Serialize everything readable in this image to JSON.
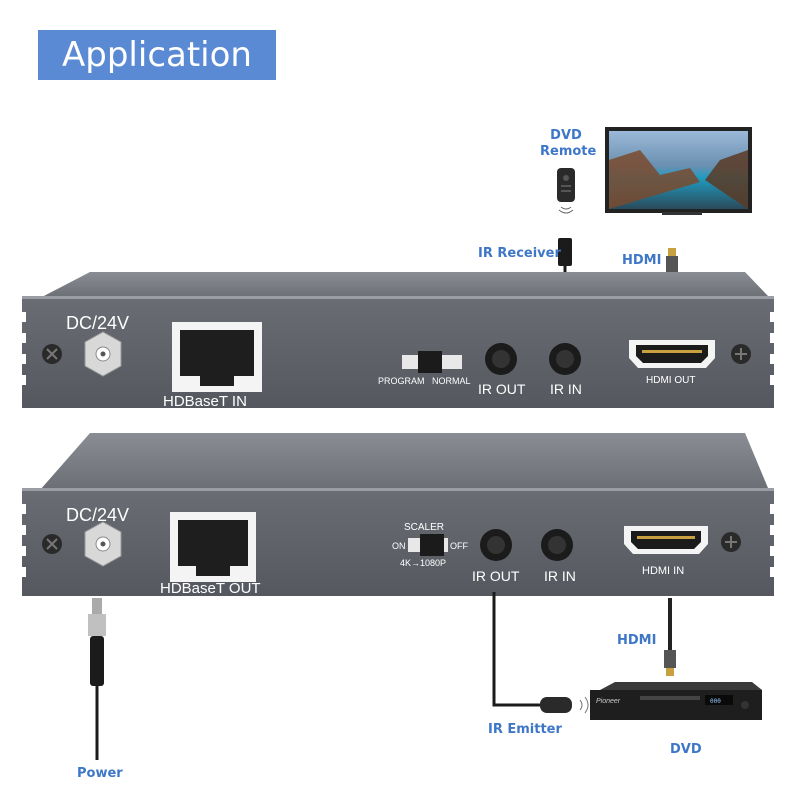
{
  "header": {
    "title": "Application"
  },
  "callouts": {
    "dvd_remote": "DVD\nRemote",
    "ir_receiver": "IR Receiver",
    "hdmi_top": "HDMI",
    "hdmi_bottom": "HDMI",
    "ir_emitter": "IR Emitter",
    "dvd": "DVD",
    "power": "Power"
  },
  "receiver": {
    "dc": "DC/24V",
    "hdbaset": "HDBaseT IN",
    "switch_left": "PROGRAM",
    "switch_right": "NORMAL",
    "ir_out": "IR OUT",
    "ir_in": "IR IN",
    "hdmi": "HDMI OUT"
  },
  "transmitter": {
    "dc": "DC/24V",
    "hdbaset": "HDBaseT OUT",
    "scaler": "SCALER",
    "scaler_on": "ON",
    "scaler_off": "OFF",
    "scaler_mode": "4K→1080P",
    "ir_out": "IR OUT",
    "ir_in": "IR IN",
    "hdmi": "HDMI IN"
  },
  "dvd_player": {
    "brand": "Pioneer"
  },
  "colors": {
    "accent": "#5b8ad4",
    "callout_text": "#3f77c8",
    "panel": "#5d6068"
  }
}
